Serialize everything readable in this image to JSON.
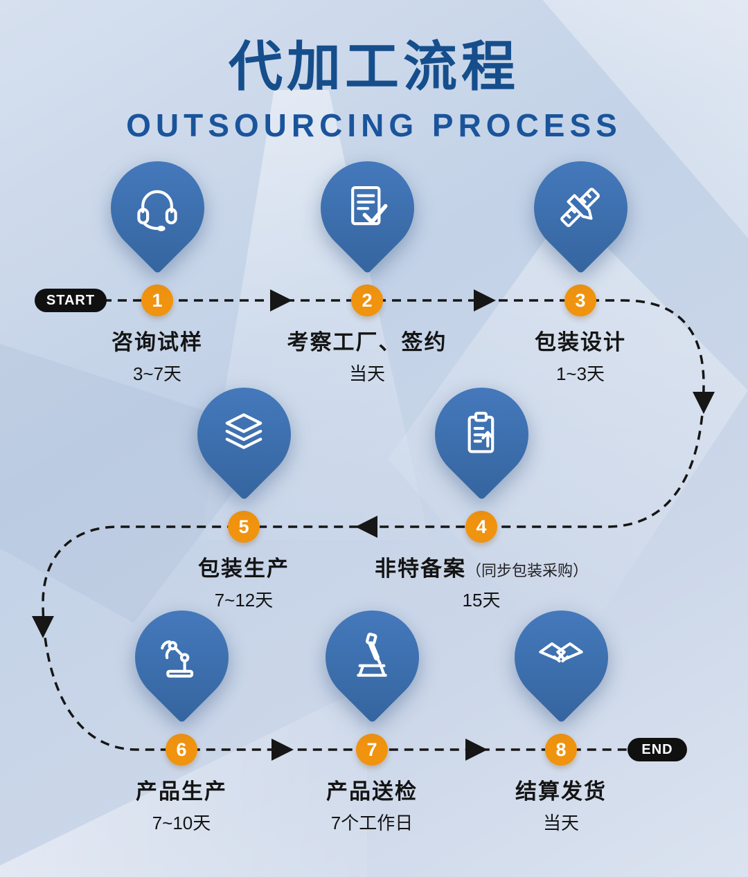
{
  "header": {
    "title": "代加工流程",
    "subtitle": "OUTSOURCING PROCESS"
  },
  "flow": {
    "start_label": "START",
    "end_label": "END",
    "steps": [
      {
        "number": "1",
        "label": "咨询试样",
        "duration": "3~7天",
        "icon": "headset-icon"
      },
      {
        "number": "2",
        "label": "考察工厂、签约",
        "duration": "当天",
        "icon": "document-check-icon"
      },
      {
        "number": "3",
        "label": "包装设计",
        "duration": "1~3天",
        "icon": "ruler-pencil-icon"
      },
      {
        "number": "4",
        "label": "非特备案",
        "note": "（同步包装采购）",
        "duration": "15天",
        "icon": "clipboard-upload-icon"
      },
      {
        "number": "5",
        "label": "包装生产",
        "duration": "7~12天",
        "icon": "layers-icon"
      },
      {
        "number": "6",
        "label": "产品生产",
        "duration": "7~10天",
        "icon": "robot-arm-icon"
      },
      {
        "number": "7",
        "label": "产品送检",
        "duration": "7个工作日",
        "icon": "microscope-icon"
      },
      {
        "number": "8",
        "label": "结算发货",
        "duration": "当天",
        "icon": "handshake-icon"
      }
    ]
  },
  "colors": {
    "background": "#c9d6e9",
    "pin_blue": "#3b6fb5",
    "number_orange": "#f0930f",
    "title_blue": "#164e8c",
    "text_dark": "#141414",
    "connector_black": "#161616"
  }
}
